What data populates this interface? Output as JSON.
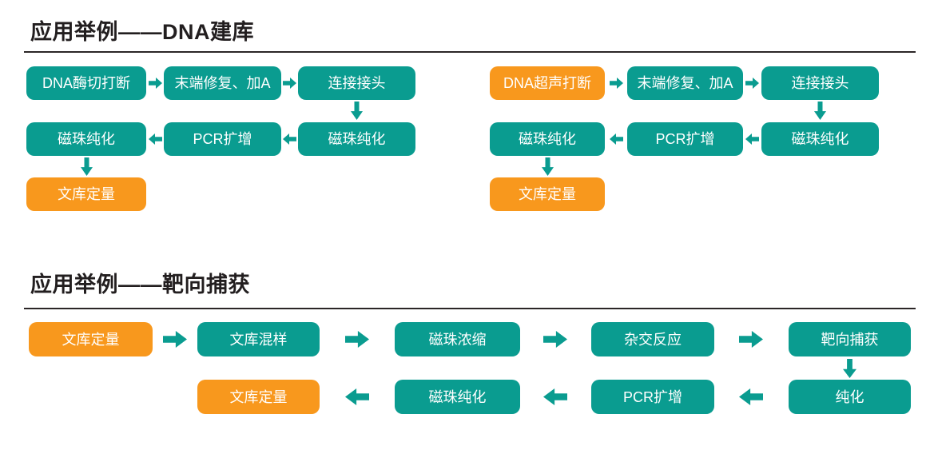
{
  "colors": {
    "teal": "#0A9C90",
    "orange": "#F8981D",
    "heading": "#221E1F"
  },
  "section_dna_library": {
    "title": "应用举例——DNA建库",
    "chart_enzymatic": {
      "row1": [
        "DNA酶切打断",
        "末端修复、加A",
        "连接接头"
      ],
      "row2": [
        "磁珠纯化",
        "PCR扩增",
        "磁珠纯化"
      ],
      "row3": [
        "文库定量"
      ]
    },
    "chart_sonication": {
      "row1": [
        "DNA超声打断",
        "末端修复、加A",
        "连接接头"
      ],
      "row2": [
        "磁珠纯化",
        "PCR扩增",
        "磁珠纯化"
      ],
      "row3": [
        "文库定量"
      ]
    }
  },
  "section_target_capture": {
    "title": "应用举例——靶向捕获",
    "chart_capture": {
      "row1": [
        "文库定量",
        "文库混样",
        "磁珠浓缩",
        "杂交反应",
        "靶向捕获"
      ],
      "row2": [
        "文库定量",
        "磁珠纯化",
        "PCR扩增",
        "纯化"
      ]
    }
  }
}
